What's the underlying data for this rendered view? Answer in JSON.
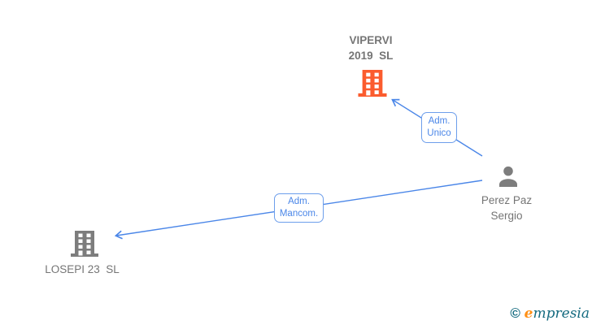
{
  "diagram": {
    "type": "company-relationship-graph",
    "nodes": {
      "company_top": {
        "label": "VIPERVI\n2019  SL",
        "icon": "building-icon",
        "icon_color": "#fb5c2e"
      },
      "company_bottom": {
        "label": "LOSEPI 23  SL",
        "icon": "building-icon",
        "icon_color": "#7d7d7d"
      },
      "person": {
        "label": "Perez Paz\nSergio",
        "icon": "person-icon",
        "icon_color": "#7d7d7d"
      }
    },
    "edges": {
      "unico": {
        "label": "Adm.\nUnico",
        "from": "person",
        "to": "company_top"
      },
      "mancom": {
        "label": "Adm.\nMancom.",
        "from": "person",
        "to": "company_bottom"
      }
    }
  },
  "footer": {
    "copyright_symbol": "©",
    "brand_first_letter": "e",
    "brand_rest": "mpresia"
  },
  "colors": {
    "blue": "#4a86e8",
    "blue-border": "#6d9eeb",
    "orange": "#fb5c2e",
    "gray": "#7d7d7d",
    "text-gray": "#757575",
    "logo-teal": "#156b80",
    "logo-orange": "#ff9015",
    "bg": "#ffffff"
  }
}
